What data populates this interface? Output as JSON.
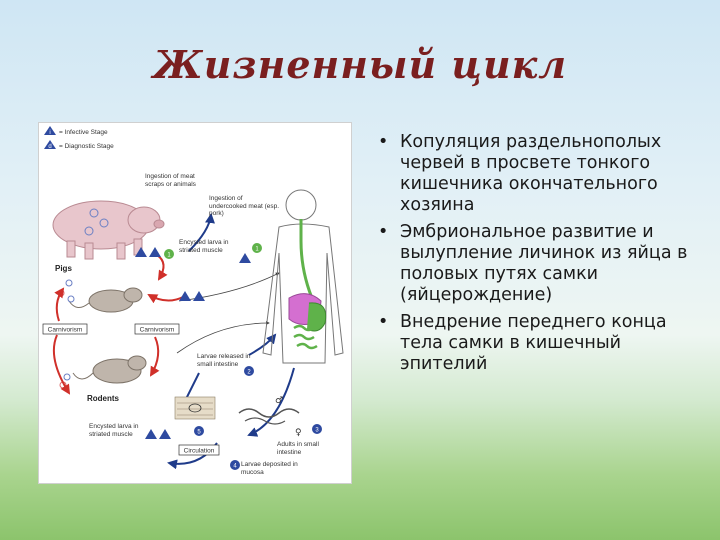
{
  "slide": {
    "title": "Жизненный цикл"
  },
  "bullets": [
    "Копуляция раздельнополых червей в просвете тонкого кишечника окончательного хозяина",
    "Эмбриональное развитие и вылупление личинок из яйца в половых путях самки (яйцерождение)",
    "Внедрение переднего конца тела самки в кишечный эпителий"
  ],
  "bullet_symbol": "•",
  "diagram": {
    "legend": {
      "infective": "= Infective Stage",
      "diagnostic": "= Diagnostic Stage"
    },
    "labels": {
      "ingestion_scraps": "Ingestion of meat scraps or animals",
      "ingestion_meat": "Ingestion of undercooked meat (esp. pork)",
      "encysted_larva_top": "Encysted larva in striated muscle",
      "pigs": "Pigs",
      "carnivorism_left": "Carnivorism",
      "carnivorism_right": "Carnivorism",
      "rodents": "Rodents",
      "larvae_released": "Larvae released in small intestine",
      "encysted_larva_bottom": "Encysted larva in striated muscle",
      "circulation": "Circulation",
      "adults": "Adults in small intestine",
      "larvae_deposited": "Larvae deposited in mucosa"
    },
    "stage_numbers": [
      "1",
      "2",
      "3",
      "4",
      "5"
    ],
    "legend_symbols": {
      "infective": "i",
      "diagnostic": "d"
    },
    "colors": {
      "cycle_red": "#d0302a",
      "cycle_blue": "#1f3b8a",
      "pig_pink": "#e8c6cc",
      "stage_blue": "#2e4aa0",
      "intestine_green": "#5fb24a",
      "stomach_pink": "#d46fd0"
    }
  }
}
